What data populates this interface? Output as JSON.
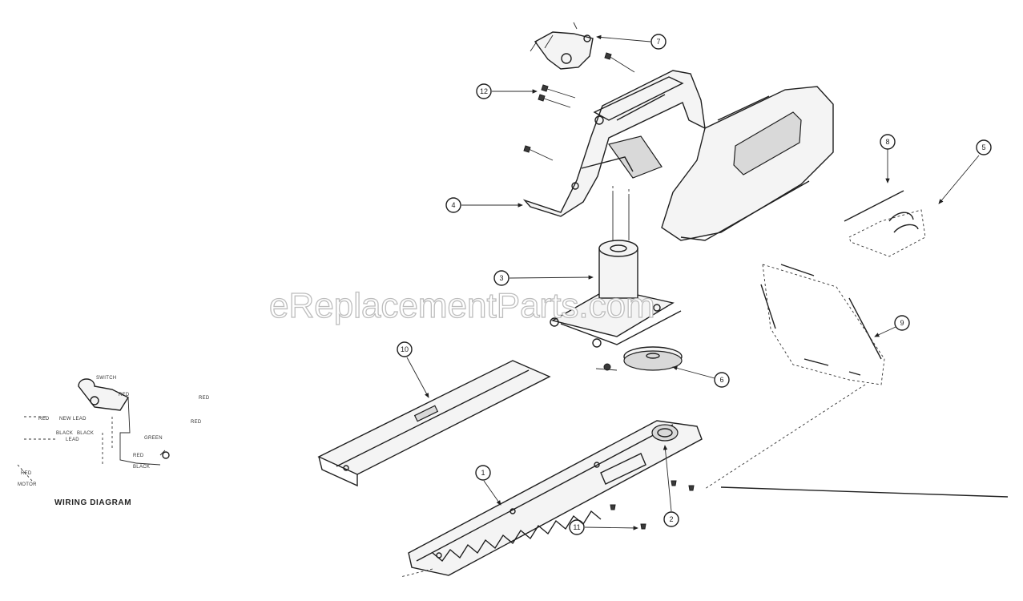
{
  "watermark": "eReplacementParts.com",
  "callouts": [
    "1",
    "2",
    "3",
    "4",
    "5",
    "6",
    "7",
    "8",
    "9",
    "10",
    "11",
    "12"
  ],
  "wiring_diagram": {
    "title": "WIRING DIAGRAM",
    "labels": [
      "SWITCH",
      "RED",
      "RED",
      "NEW LEAD",
      "BLACK",
      "BLACK",
      "LEAD",
      "RED",
      "GREEN",
      "RED",
      "BLACK",
      "RED",
      "MOTOR",
      "RED"
    ]
  },
  "colors": {
    "line": "#1f1f1f",
    "background": "#ffffff",
    "watermark_outline": "#bdbdbd"
  }
}
